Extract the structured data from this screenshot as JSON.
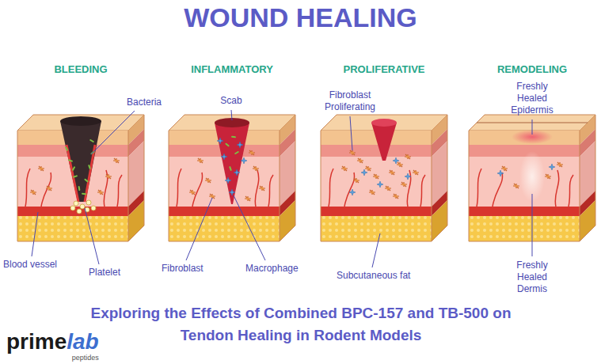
{
  "diagram": {
    "title": "WOUND HEALING",
    "caption": "Exploring the Effects of Combined BPC-157 and TB-500 on Tendon Healing in Rodent Models",
    "labels": [
      "BLEEDING",
      "INFLAMMATORY",
      "PROLIFERATIVE",
      "REMODELING",
      "Bacteria",
      "Blood vessel",
      "Platelet",
      "Scab",
      "Fibroblast",
      "Macrophage",
      "Fibroblast Proliferating",
      "Subcutaneous fat",
      "Freshly Healed Epidermis",
      "Freshly Healed Dermis",
      "prime",
      "lab",
      "peptides"
    ]
  }
}
